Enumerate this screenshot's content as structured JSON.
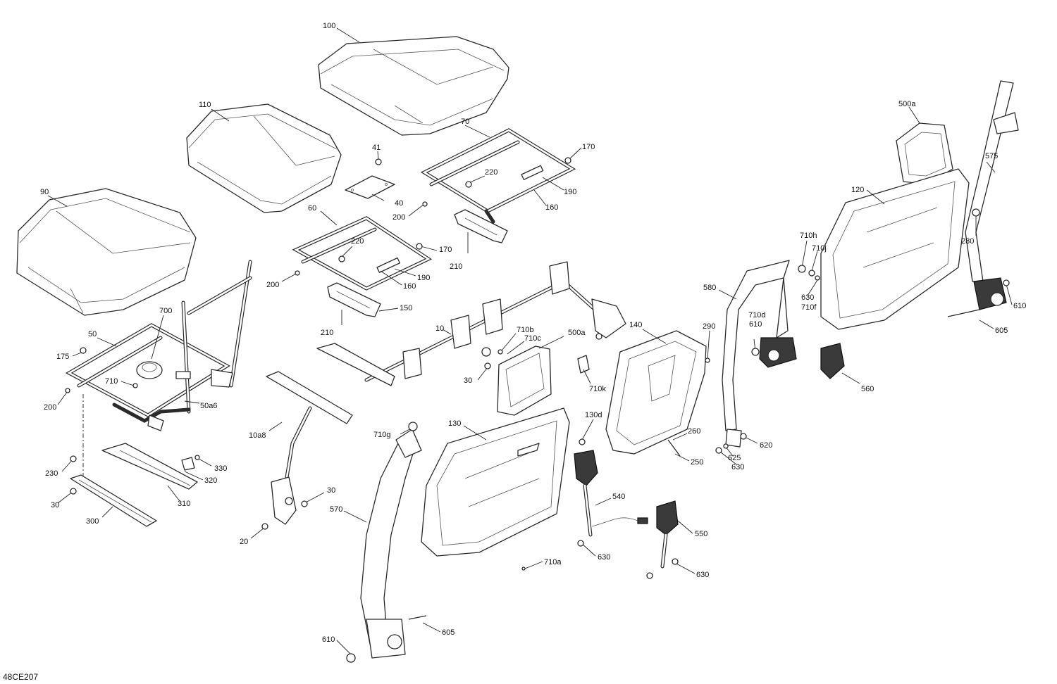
{
  "reference_code": "48CE207",
  "callouts": {
    "c100": "100",
    "c110": "110",
    "c90": "90",
    "c41": "41",
    "c40": "40",
    "c200a": "200",
    "c70": "70",
    "c170a": "170",
    "c220a": "220",
    "c190a": "190",
    "c160a": "160",
    "c210a": "210",
    "c60": "60",
    "c220b": "220",
    "c170b": "170",
    "c200b": "200",
    "c190b": "190",
    "c160b": "160",
    "c150": "150",
    "c210b": "210",
    "c700": "700",
    "c50": "50",
    "c175": "175",
    "c710": "710",
    "c200c": "200",
    "c50a6": "50a6",
    "c230": "230",
    "c330": "330",
    "c320": "320",
    "c310": "310",
    "c30a": "30",
    "c300": "300",
    "c10": "10",
    "c10a8": "10a8",
    "c30b": "30",
    "c20": "20",
    "c30c": "30",
    "c710b": "710b",
    "c710c": "710c",
    "c500a1": "500a",
    "c710k": "710k",
    "c710g": "710g",
    "c130": "130",
    "c570": "570",
    "c130d": "130d",
    "c540": "540",
    "c550": "550",
    "c630a": "630",
    "c630b": "630",
    "c710a": "710a",
    "c605a": "605",
    "c610a": "610",
    "c140": "140",
    "c290": "290",
    "c260": "260",
    "c250": "250",
    "c580": "580",
    "c710h": "710h",
    "c710j": "710j",
    "c630c": "630",
    "c710f": "710f",
    "c710d": "710d",
    "c610b": "610",
    "c620": "620",
    "c625": "625",
    "c630d": "630",
    "c500a2": "500a",
    "c120": "120",
    "c575": "575",
    "c280": "280",
    "c610c": "610",
    "c605b": "605",
    "c560": "560"
  }
}
